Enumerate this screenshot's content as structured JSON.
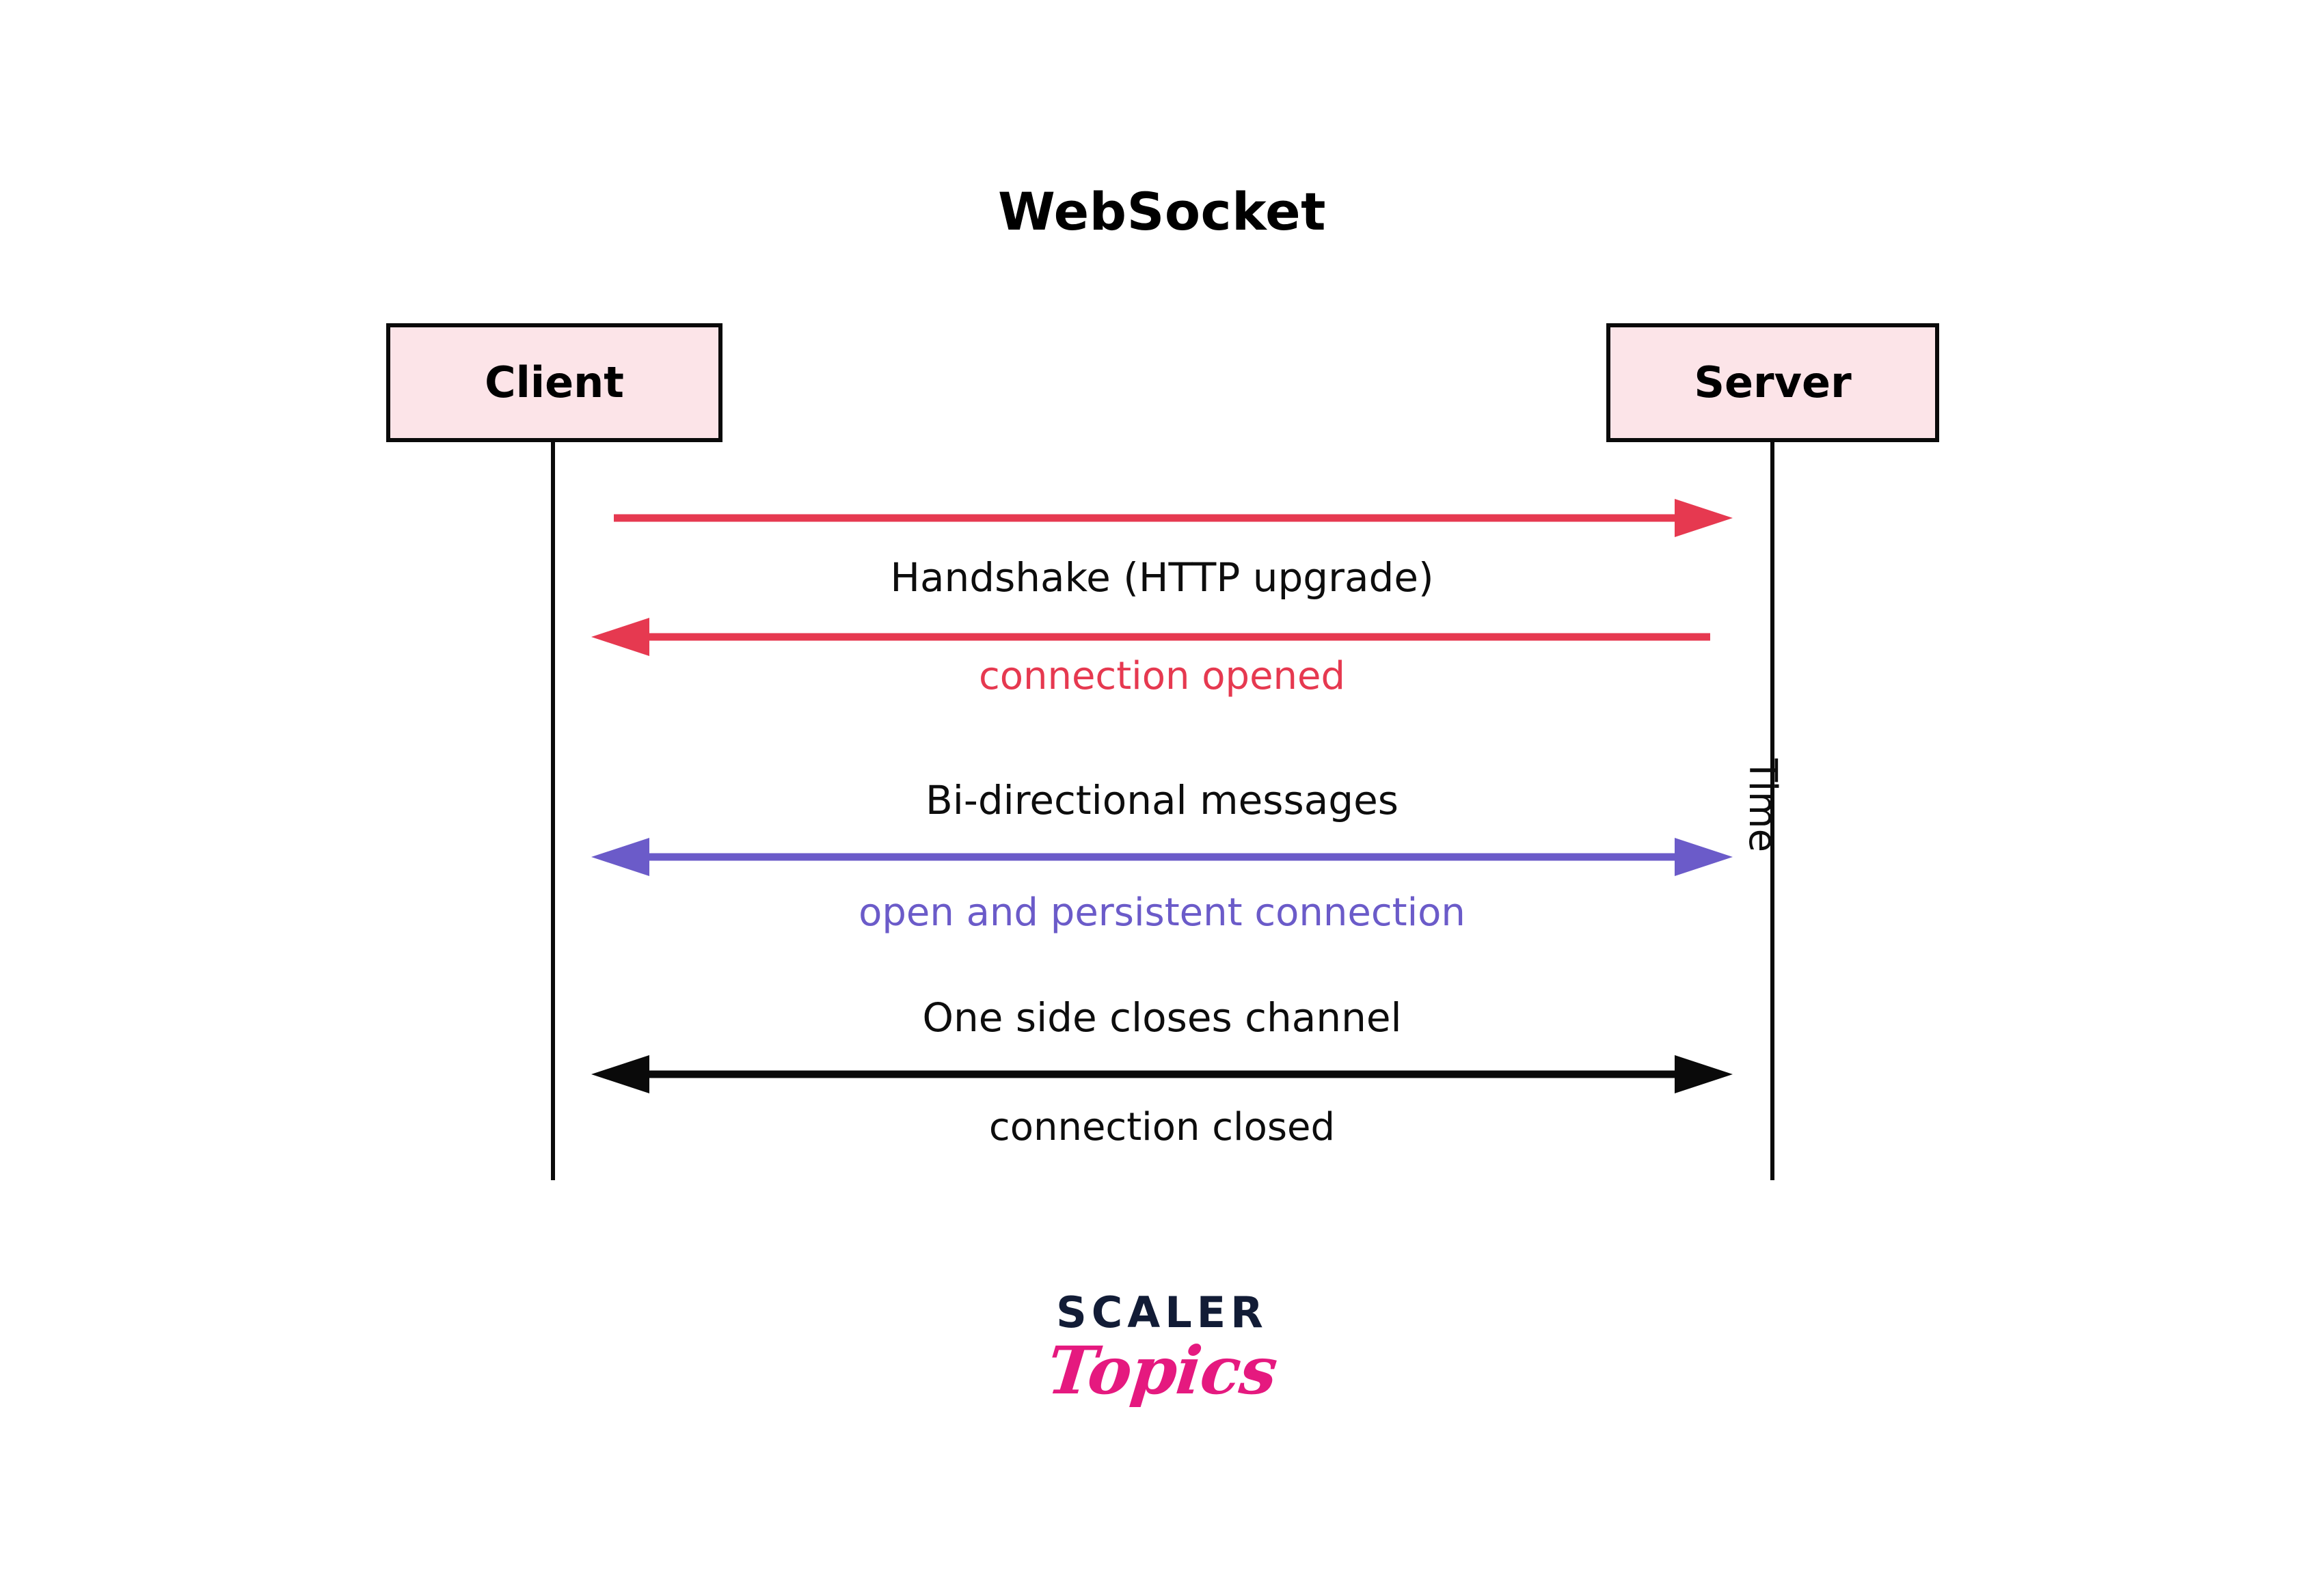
{
  "diagram": {
    "title": "WebSocket",
    "type": "sequence-diagram",
    "background": "#FFFFFF"
  },
  "participants": [
    {
      "id": "client",
      "label": "Client",
      "fill": "#FCE4E8",
      "border": "#0A0A0A"
    },
    {
      "id": "server",
      "label": "Server",
      "fill": "#FCE4E8",
      "border": "#0A0A0A"
    }
  ],
  "axis": {
    "time_label": "Time"
  },
  "messages": [
    {
      "id": "handshake",
      "label": "Handshake (HTTP upgrade)",
      "label_color": "#0D0D0D",
      "note": "connection opened",
      "note_color": "#E63950",
      "arrow_color": "#E63950",
      "direction_top": "right",
      "direction_bottom": "left"
    },
    {
      "id": "bidirectional",
      "label": "Bi-directional messages",
      "label_color": "#0D0D0D",
      "note": "open and persistent connection",
      "note_color": "#6B5BC9",
      "arrow_color": "#6B5BC9",
      "direction": "both"
    },
    {
      "id": "close",
      "label": "One side closes channel",
      "label_color": "#0D0D0D",
      "note": "connection closed",
      "note_color": "#0D0D0D",
      "arrow_color": "#0A0A0A",
      "direction": "both"
    }
  ],
  "brand": {
    "primary": "SCALER",
    "primary_color": "#121C36",
    "secondary": "Topics",
    "secondary_color": "#E5197F"
  },
  "colors": {
    "crimson": "#E63950",
    "purple": "#6B5BC9",
    "black": "#0A0A0A",
    "box_pink": "#FCE4E8",
    "brand_navy": "#121C36",
    "brand_pink": "#E5197F"
  }
}
